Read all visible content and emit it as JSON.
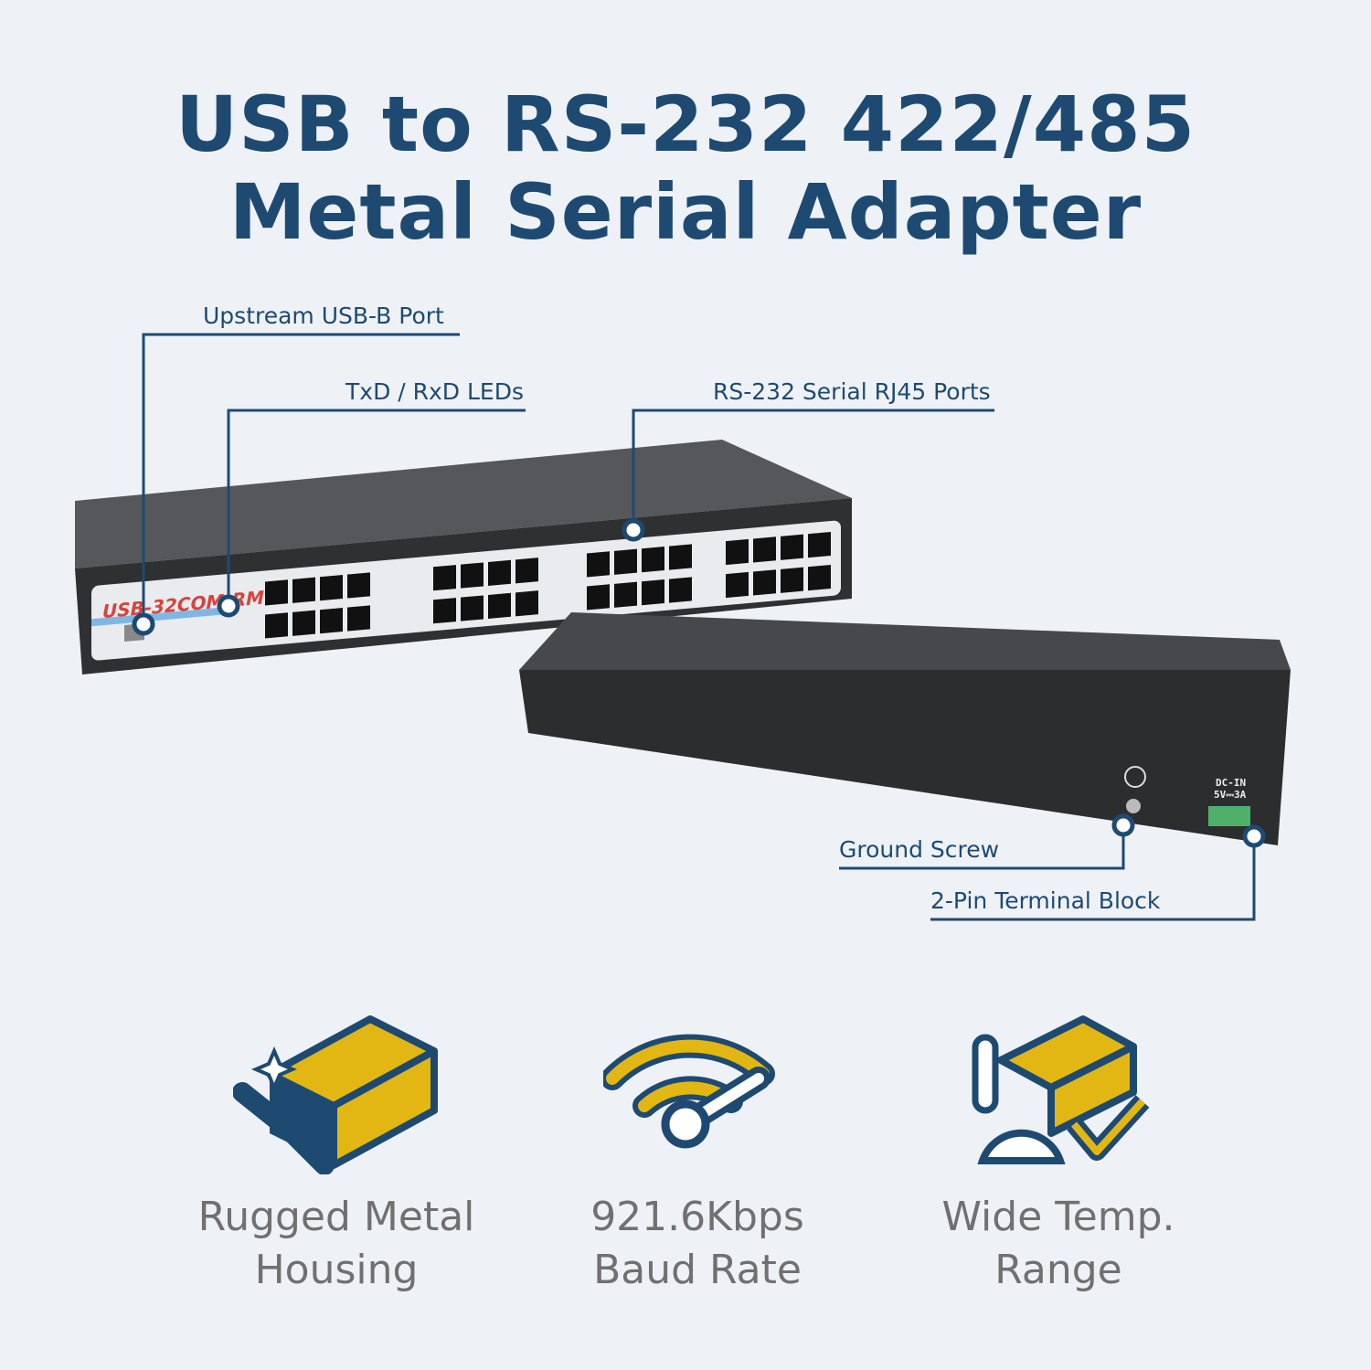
{
  "title": {
    "line1": "USB to RS-232 422/485",
    "line2": "Metal Serial Adapter"
  },
  "device": {
    "model_label": "USB-32COM-RM",
    "dc_in_label": "DC-IN",
    "dc_rating": "5V⎓3A"
  },
  "callouts": [
    {
      "label": "Upstream USB-B Port"
    },
    {
      "label": "TxD / RxD LEDs"
    },
    {
      "label": "RS-232 Serial RJ45 Ports"
    },
    {
      "label": "Ground Screw"
    },
    {
      "label": "2-Pin Terminal Block"
    }
  ],
  "features": [
    {
      "line1": "Rugged Metal",
      "line2": "Housing",
      "icon": "rugged-housing-icon"
    },
    {
      "line1": "921.6Kbps",
      "line2": "Baud Rate",
      "icon": "wireless-speed-icon"
    },
    {
      "line1": "Wide Temp.",
      "line2": "Range",
      "icon": "temperature-gauge-icon"
    }
  ],
  "colors": {
    "navy": "#1e4a72",
    "yellow": "#e2b714",
    "background": "#eef2f6",
    "caption": "#707070"
  }
}
